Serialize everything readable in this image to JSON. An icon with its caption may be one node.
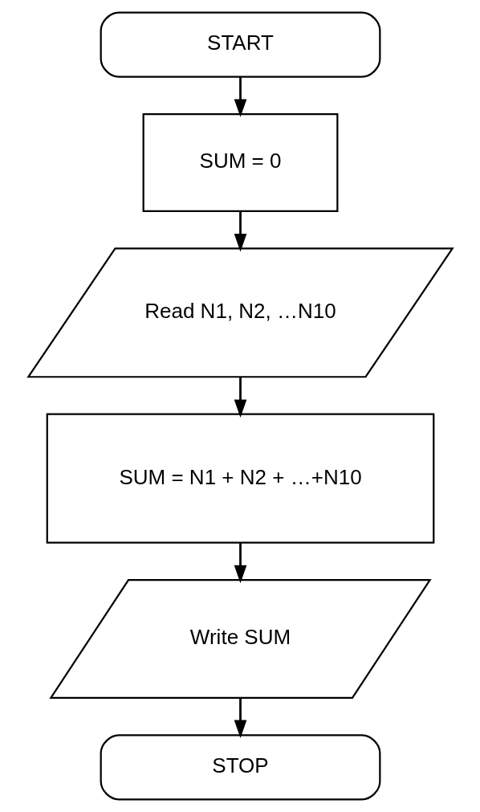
{
  "diagram": {
    "nodes": [
      {
        "text": [
          "START"
        ]
      },
      {
        "text": [
          "SUM = 0"
        ]
      },
      {
        "text": [
          "Read N1, N2, …N10"
        ]
      },
      {
        "text": [
          "SUM = N1 + N2 + …+N10"
        ]
      },
      {
        "text": [
          "Write SUM"
        ]
      },
      {
        "text": [
          "STOP"
        ]
      }
    ],
    "edges": [
      {
        "from": 0,
        "to": 1,
        "arrow": "to"
      },
      {
        "from": 1,
        "to": 2,
        "arrow": "to"
      },
      {
        "from": 2,
        "to": 3,
        "arrow": "to"
      },
      {
        "from": 3,
        "to": 4,
        "arrow": "to"
      },
      {
        "from": 4,
        "to": 5,
        "arrow": "to"
      }
    ]
  }
}
